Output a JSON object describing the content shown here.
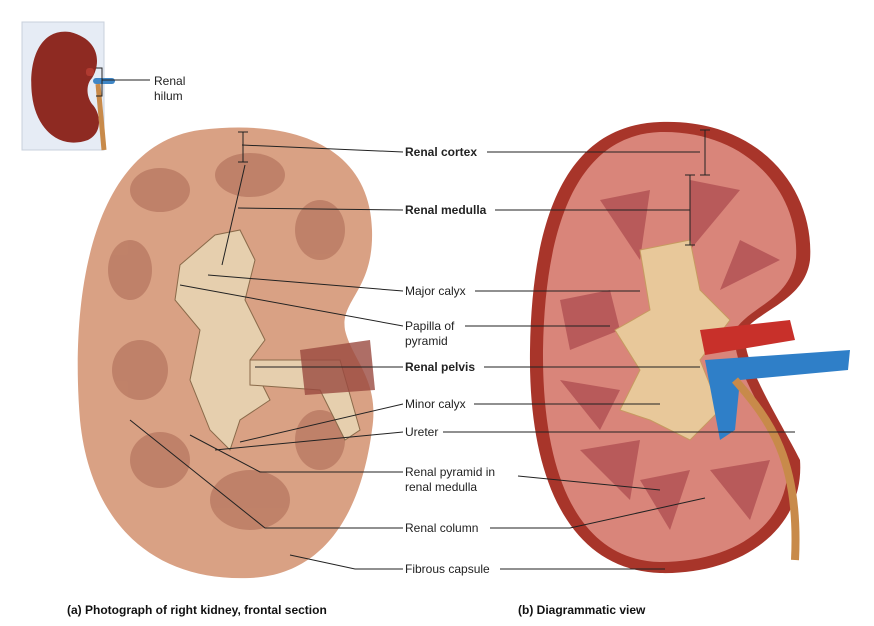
{
  "inset": {
    "label_line1": "Renal",
    "label_line2": "hilum"
  },
  "labels": {
    "renal_cortex": "Renal cortex",
    "renal_medulla": "Renal medulla",
    "major_calyx": "Major calyx",
    "papilla_line1": "Papilla of",
    "papilla_line2": "pyramid",
    "renal_pelvis": "Renal pelvis",
    "minor_calyx": "Minor calyx",
    "ureter": "Ureter",
    "pyramid_line1": "Renal pyramid in",
    "pyramid_line2": "renal medulla",
    "renal_column": "Renal column",
    "fibrous_capsule": "Fibrous capsule"
  },
  "captions": {
    "a": "(a) Photograph of right kidney, frontal section",
    "b": "(b) Diagrammatic view"
  },
  "colors": {
    "tissue_photo": "#d9a184",
    "cortex": "#d9857a",
    "medulla": "#b85a5a",
    "pelvis": "#e8c89a",
    "artery": "#c8302a",
    "vein": "#2f7fc8",
    "capsule": "#a8352a"
  }
}
